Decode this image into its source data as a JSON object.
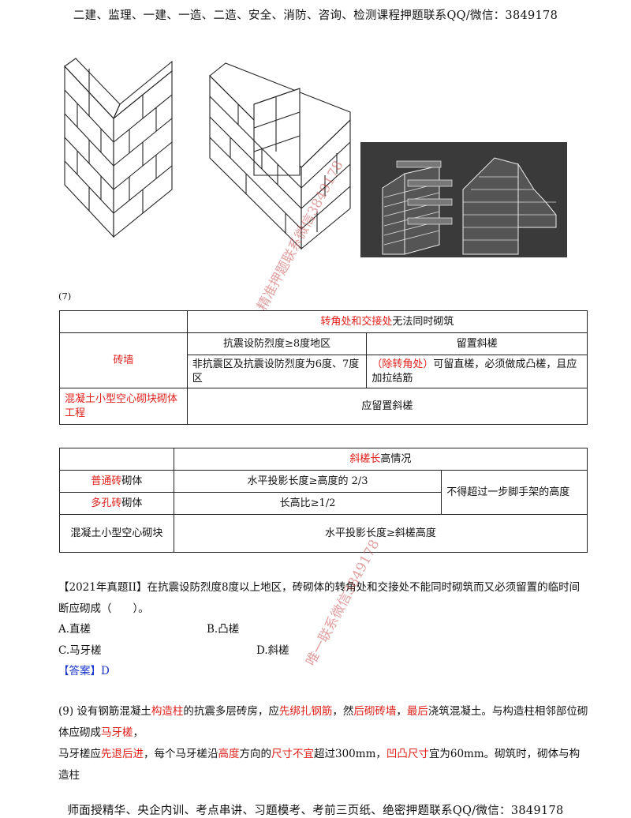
{
  "header": {
    "text": "二建、监理、一建、一造、二造、安全、消防、咨询、检测课程押题联系QQ/微信：3849178"
  },
  "footer": {
    "text": "师面授精华、央企内训、考点串讲、习题模考、考前三页纸、绝密押题联系QQ/微信：3849178"
  },
  "watermarks": {
    "w1": "精准押题联系微信3849178",
    "w2": "唯一联系微信3849178"
  },
  "section_label": "(7)",
  "table1": {
    "header_red": "转角处和交接处",
    "header_black": "无法同时砌筑",
    "brick_wall_label": "砖墙",
    "row1_zone": "抗震设防烈度≥8度地区",
    "row1_rule": "留置斜槎",
    "row2_zone": "非抗震区及抗震设防烈度为6度、7度区",
    "row2_rule_red": "（除转角处）",
    "row2_rule_black": "可留直槎，必须做成凸槎，且应加拉结筋",
    "block_label": "混凝土小型空心砌块砌体工程",
    "block_rule": "应留置斜槎"
  },
  "table2": {
    "header_red": "斜槎长",
    "header_black": "高情况",
    "rows": [
      {
        "label_red": "普通砖",
        "label_black": "砌体",
        "rule": "水平投影长度≥高度的 2/3"
      },
      {
        "label_red": "多孔砖",
        "label_black": "砌体",
        "rule": "长高比≥1/2"
      },
      {
        "label_red": "",
        "label_black": "混凝土小型空心砌块",
        "rule": "水平投影长度≥斜槎高度"
      }
    ],
    "note": "不得超过一步脚手架的高度"
  },
  "question": {
    "stem": "【2021年真题II】在抗震设防烈度8度以上地区，砖砌体的转角处和交接处不能同时砌筑而又必须留置的临时间断应砌成（　　）。",
    "options": {
      "a": "A.直槎",
      "b": "B.凸槎",
      "c": "C.马牙槎",
      "d": "D.斜槎"
    },
    "answer_label": "【答案】",
    "answer_value": "D"
  },
  "para9": {
    "s1": "(9) 设有钢筋混凝土",
    "s2": "构造柱",
    "s3": "的抗震多层砖房，应",
    "s4": "先绑扎钢筋",
    "s5": "，然",
    "s6": "后砌砖墙",
    "s7": "，",
    "s8": "最后",
    "s9": "浇筑混凝土。与构造柱相邻部位砌体应砌成",
    "s10": "马牙槎",
    "s11": "，",
    "l2a": "马牙槎应",
    "l2b": "先退后进",
    "l2c": "，每个马牙槎沿",
    "l2d": "高度",
    "l2e": "方向的",
    "l2f": "尺寸不宜",
    "l2g": "超过300mm，",
    "l2h": "凹凸尺寸",
    "l2i": "宜为60mm。砌筑时，砌体与构造柱"
  }
}
